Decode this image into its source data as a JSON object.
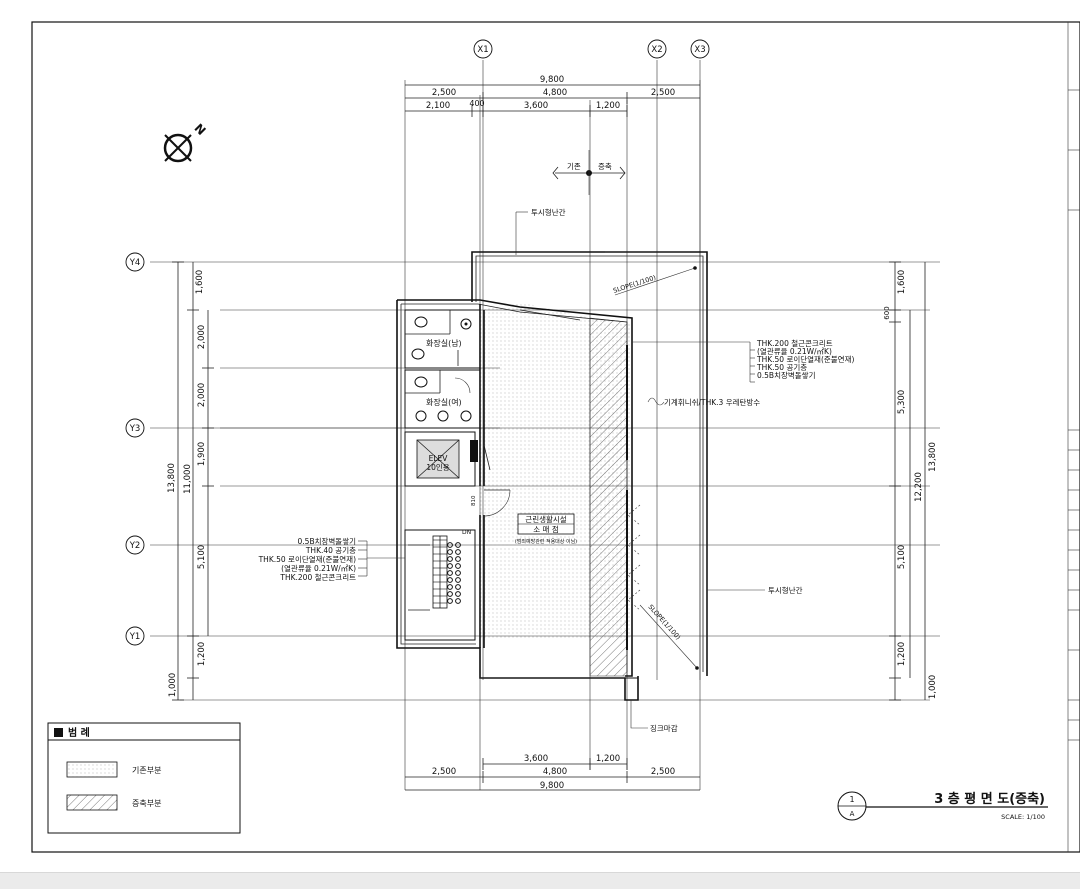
{
  "grid": {
    "x1": "X1",
    "x2": "X2",
    "x3": "X3",
    "y1": "Y1",
    "y2": "Y2",
    "y3": "Y3",
    "y4": "Y4"
  },
  "dims": {
    "top_total": "9,800",
    "top_row2": [
      "2,500",
      "4,800",
      "2,500"
    ],
    "top_row3": [
      "2,100",
      "400",
      "3,600",
      "1,200"
    ],
    "bottom_row1": [
      "3,600",
      "1,200"
    ],
    "bottom_row2": [
      "2,500",
      "4,800",
      "2,500"
    ],
    "bottom_total": "9,800",
    "left_outer": "13,800",
    "left_mid": "11,000",
    "left_parts": [
      "1,600",
      "2,000",
      "2,000",
      "1,900",
      "5,100",
      "1,200",
      "1,000"
    ],
    "right_parts": [
      "1,600",
      "600",
      "5,300",
      "5,100",
      "1,200",
      "1,000"
    ],
    "right_mid": "12,200",
    "right_outer": "13,800",
    "door": "810"
  },
  "annotations": {
    "existing": "기존",
    "extension": "증축",
    "railing_top": "투시형난간",
    "railing_right": "투시형난간",
    "slope_top": "SLOPE(1/100)",
    "slope_bottom": "SLOPE(1/100)",
    "wall_spec_right": [
      "THK.200 철근콘크리트",
      "(열관류율 0.21W/㎡K)",
      "THK.50 로이단열재(준불연재)",
      "THK.50 공기층",
      "0.5B치장벽돌쌓기"
    ],
    "roof_note": "기계휘니쉬/THK.3 우레탄방수",
    "wall_spec_left": [
      "0.5B치장벽돌쌓기",
      "THK.40 공기층",
      "THK.50 로이단열재(준불연재)",
      "(열관류율 0.21W/㎡K)",
      "THK.200 철근콘크리트"
    ],
    "toilet_m": "화장실(남)",
    "toilet_f": "화장실(여)",
    "elev_1": "ELEV",
    "elev_2": "10인용",
    "room_1": "근린생활시설",
    "room_2": "소 매 점",
    "room_3": "(범죄예방관련 적용대상 이님)",
    "stair_dn": "DN",
    "sink": "징크마감"
  },
  "legend": {
    "title": "범 례",
    "existing": "기존부분",
    "extension": "증축부분"
  },
  "titleblock": {
    "number": "1",
    "sheet": "A",
    "title": "3 층 평 면 도(증축)",
    "scale": "SCALE: 1/100"
  }
}
